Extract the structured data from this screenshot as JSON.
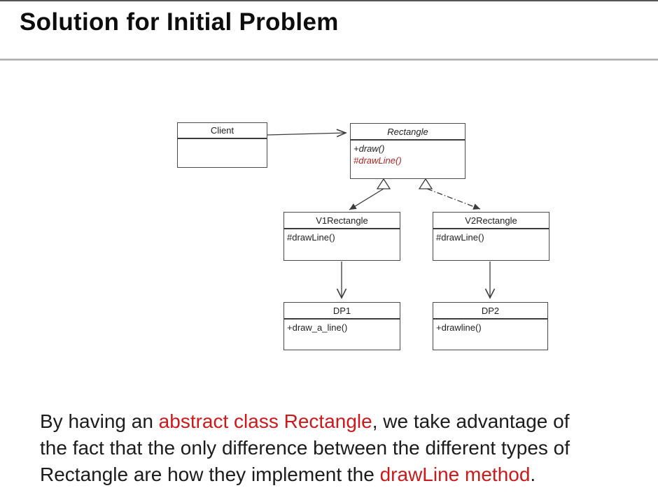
{
  "slide": {
    "title": "Solution for Initial Problem"
  },
  "diagram": {
    "type": "uml-class-diagram",
    "classes": [
      {
        "name": "Client",
        "abstract": false,
        "methods": []
      },
      {
        "name": "Rectangle",
        "abstract": true,
        "methods": [
          {
            "text": "+draw()"
          },
          {
            "text": "#drawLine()"
          }
        ]
      },
      {
        "name": "V1Rectangle",
        "abstract": false,
        "methods": [
          {
            "text": "#drawLine()"
          }
        ]
      },
      {
        "name": "V2Rectangle",
        "abstract": false,
        "methods": [
          {
            "text": "#drawLine()"
          }
        ]
      },
      {
        "name": "DP1",
        "abstract": false,
        "methods": [
          {
            "text": "+draw_a_line()"
          }
        ]
      },
      {
        "name": "DP2",
        "abstract": false,
        "methods": [
          {
            "text": "+drawline()"
          }
        ]
      }
    ],
    "relations": [
      {
        "from": "Client",
        "to": "Rectangle",
        "kind": "association-arrow"
      },
      {
        "from": "V1Rectangle",
        "to": "Rectangle",
        "kind": "generalization-solid"
      },
      {
        "from": "V2Rectangle",
        "to": "Rectangle",
        "kind": "generalization-dashed"
      },
      {
        "from": "V1Rectangle",
        "to": "DP1",
        "kind": "dependency-arrow"
      },
      {
        "from": "V2Rectangle",
        "to": "DP2",
        "kind": "dependency-arrow"
      }
    ]
  },
  "paragraph": {
    "lines": [
      {
        "segments": [
          {
            "t": "By having an "
          },
          {
            "t": "abstract class Rectangle"
          },
          {
            "t": ", we take advantage of"
          }
        ]
      },
      {
        "segments": [
          {
            "t": "the fact that the only difference between the different types of"
          }
        ]
      },
      {
        "segments": [
          {
            "t": "Rectangle are how they implement the "
          },
          {
            "t": "drawLine method"
          },
          {
            "t": "."
          }
        ]
      }
    ]
  },
  "colors": {
    "accent_red": "#cc1a1a",
    "abstract_method_red": "#b22222",
    "diagram_line": "#3c3c3c",
    "rule_gray": "#9a9a9a"
  }
}
